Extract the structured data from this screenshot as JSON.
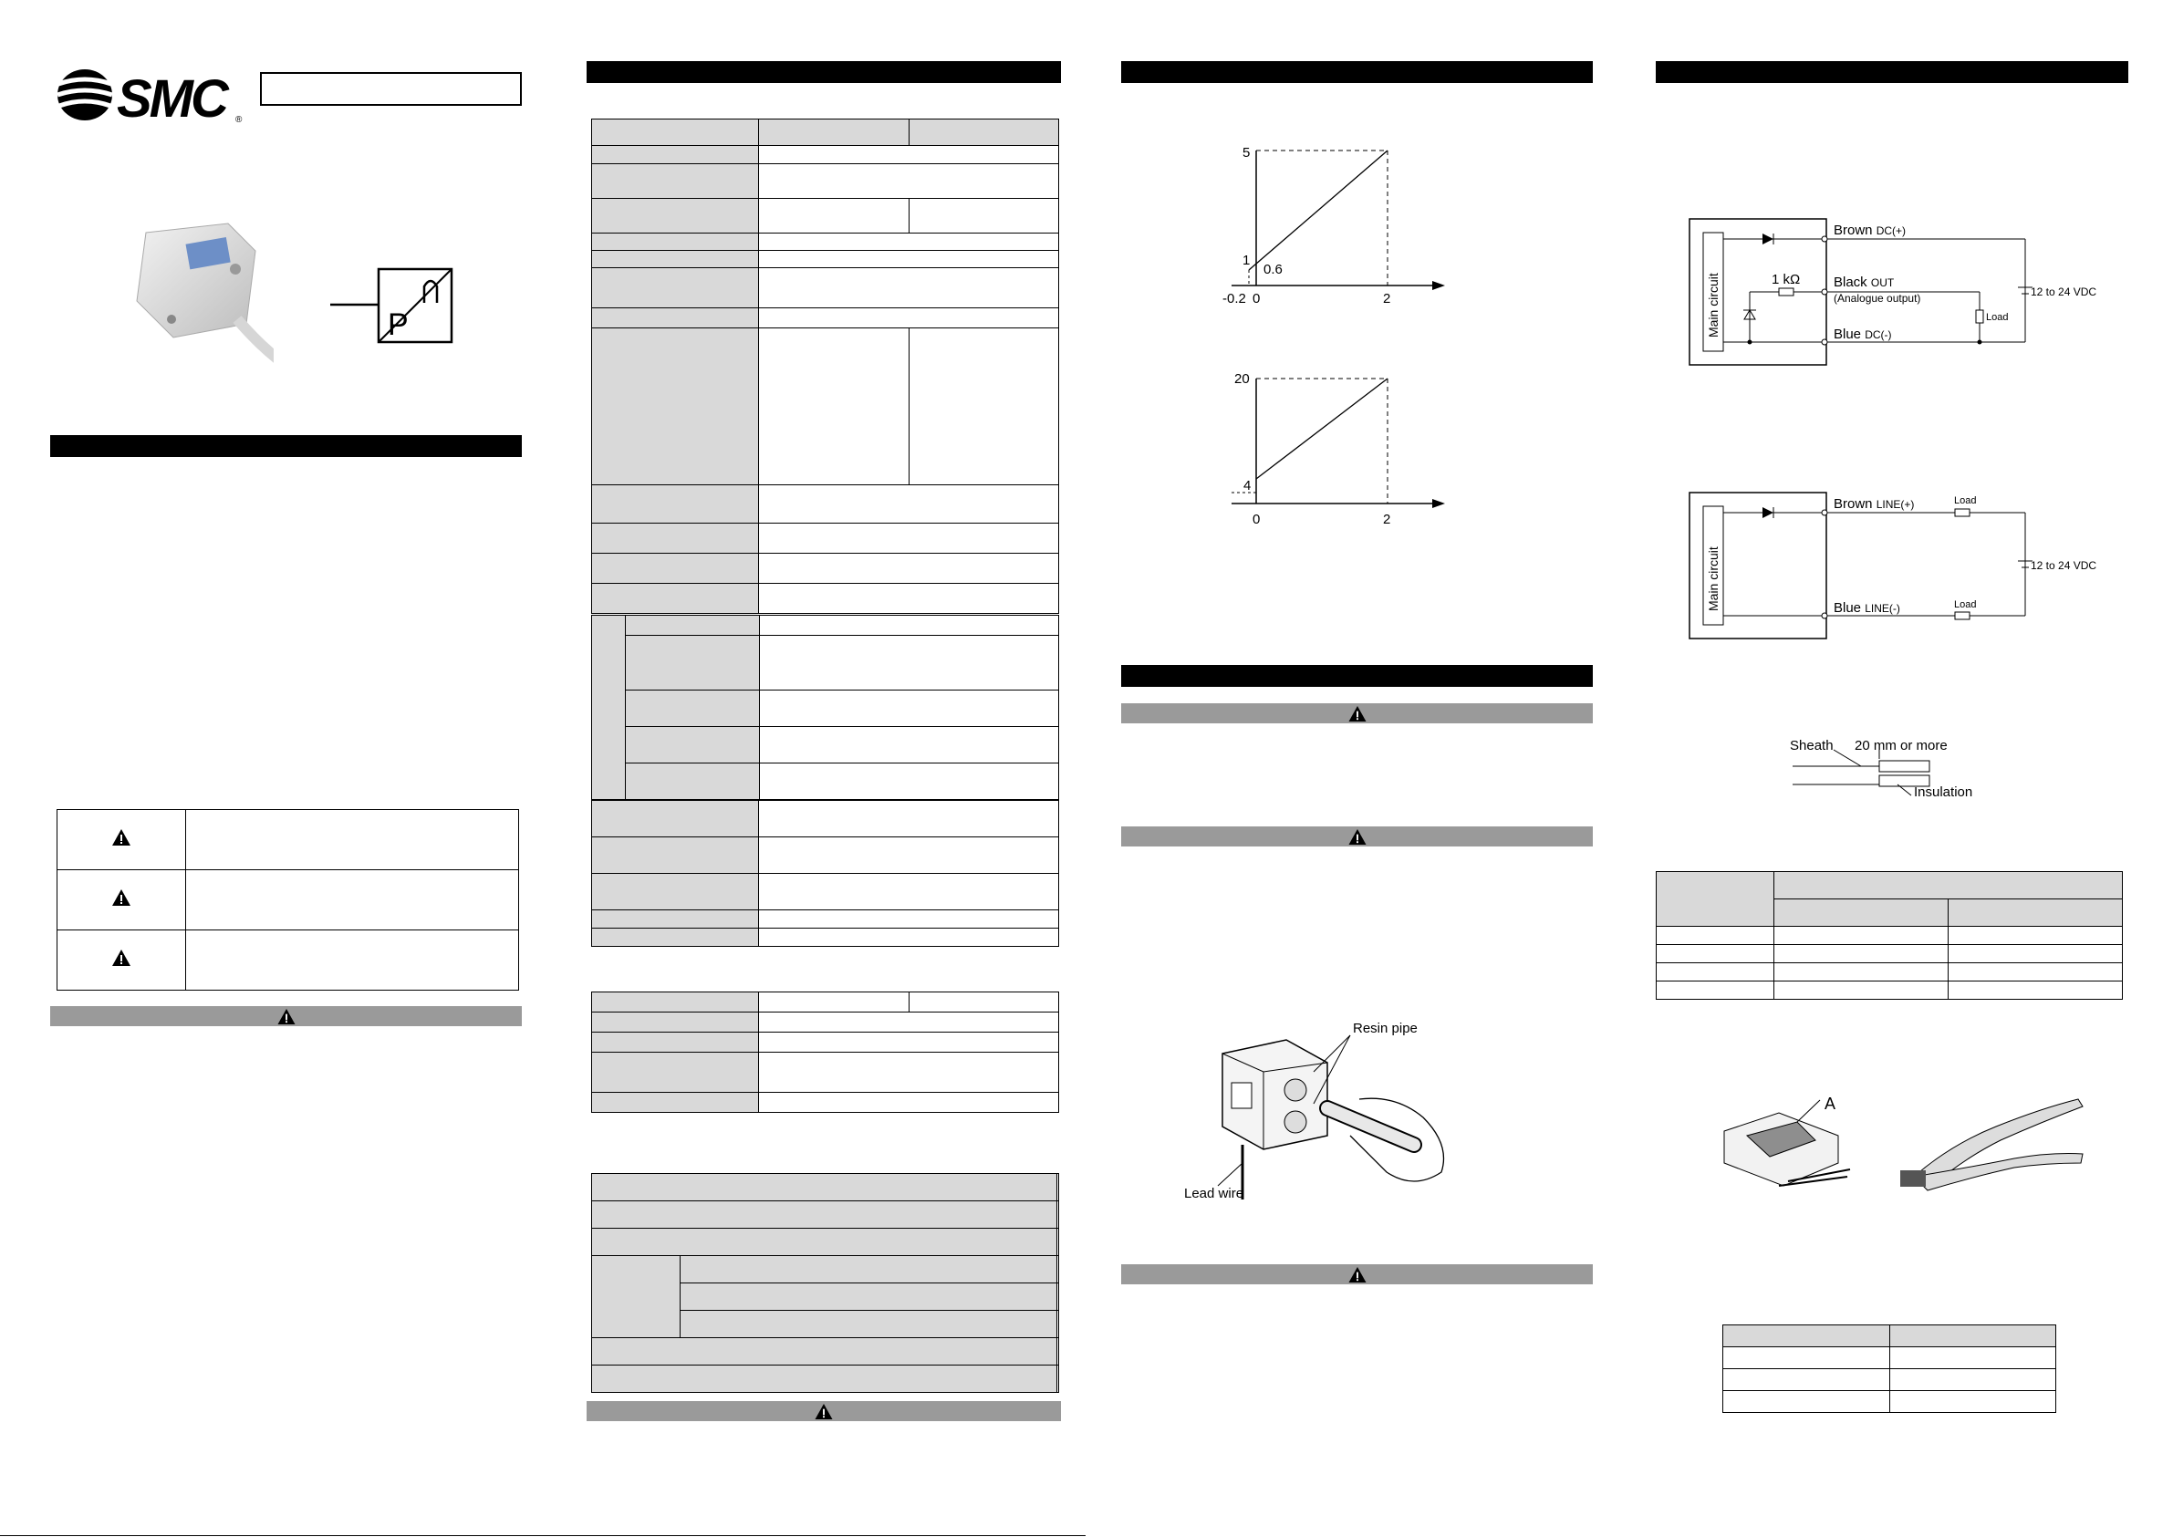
{
  "brand": {
    "logo_text": "SMC"
  },
  "graph1": {
    "y_ticks": [
      "5",
      "1"
    ],
    "x_ticks": [
      "-0.2",
      "0",
      "2"
    ],
    "point_label": "0.6"
  },
  "graph2": {
    "y_ticks": [
      "20",
      "4"
    ],
    "x_ticks": [
      "0",
      "2"
    ]
  },
  "figure_labels": {
    "resin_pipe": "Resin pipe",
    "lead_wire": "Lead wire",
    "connector_a": "A"
  },
  "circuit1": {
    "main_circuit": "Main circuit",
    "brown": "Brown",
    "brown_sub": "DC(+)",
    "black": "Black",
    "black_sub": "OUT",
    "analogue": "(Analogue output)",
    "blue": "Blue",
    "blue_sub": "DC(-)",
    "resistor": "1 kΩ",
    "load": "Load",
    "supply": "12 to 24 VDC"
  },
  "circuit2": {
    "main_circuit": "Main circuit",
    "brown": "Brown",
    "brown_sub": "LINE(+)",
    "blue": "Blue",
    "blue_sub": "LINE(-)",
    "load_top": "Load",
    "load_bottom": "Load",
    "supply": "12 to 24 VDC"
  },
  "wire_strip": {
    "sheath": "Sheath",
    "length": "20 mm or more",
    "insulation": "Insulation"
  }
}
